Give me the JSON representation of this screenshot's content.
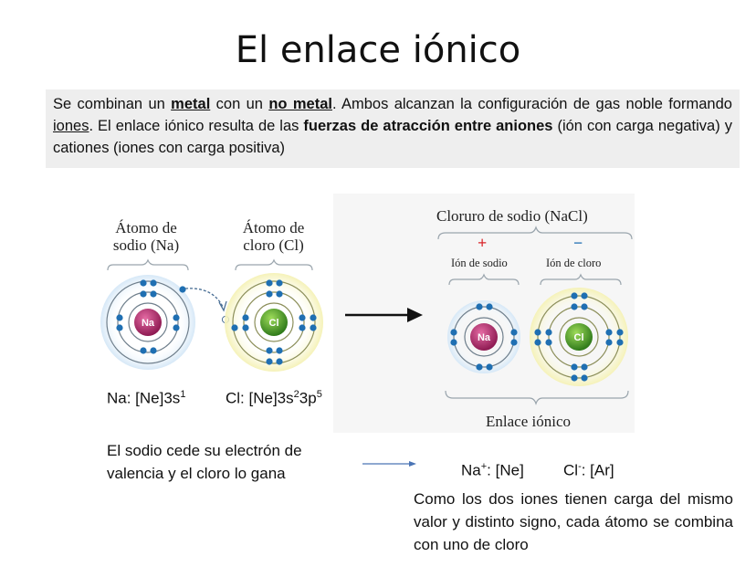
{
  "title": "El enlace iónico",
  "intro": {
    "t1": "Se combinan un ",
    "metal": "metal",
    "t2": " con un ",
    "no_metal": "no metal",
    "t3": ". Ambos alcanzan la configuración de gas noble formando ",
    "iones": "iones",
    "t4": ". El enlace iónico resulta de las ",
    "fuerzas": "fuerzas de atracción entre aniones",
    "t5": " (ión con carga negativa) y cationes (iones con carga positiva)"
  },
  "diagram": {
    "sodium_atom_label_1": "Átomo de",
    "sodium_atom_label_2": "sodio (Na)",
    "chlorine_atom_label_1": "Átomo de",
    "chlorine_atom_label_2": "cloro (Cl)",
    "sodium_symbol": "Na",
    "chlorine_symbol": "Cl",
    "compound_label": "Cloruro de sodio (NaCl)",
    "plus_sign": "+",
    "minus_sign": "−",
    "sodium_ion_label": "Ión de sodio",
    "chlorine_ion_label": "Ión de cloro",
    "bond_label": "Enlace iónico",
    "colors": {
      "sodium": "#b5266b",
      "chlorine": "#4e9a2a",
      "electron": "#1f6fb2",
      "plus": "#d9262b",
      "minus": "#1f6fb2"
    }
  },
  "configs": {
    "na_prefix": "Na: [Ne]3s",
    "na_sup": "1",
    "cl_prefix": "Cl: [Ne]3s",
    "cl_sup1": "2",
    "cl_mid": "3p",
    "cl_sup2": "5",
    "na_ion_base": "Na",
    "na_ion_sup": "+",
    "na_ion_rest": ": [Ne]",
    "cl_ion_base": "Cl",
    "cl_ion_sup": "-",
    "cl_ion_rest": ": [Ar]"
  },
  "explanation_left": {
    "line1": "El sodio cede su electrón de",
    "line2": "valencia y el cloro lo gana"
  },
  "explanation_right": "Como los dos iones tienen carga del mismo valor y distinto signo, cada átomo se combina con uno de cloro"
}
